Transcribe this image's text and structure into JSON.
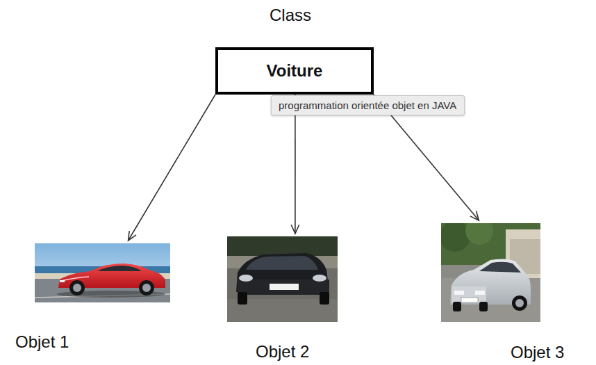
{
  "diagram": {
    "nodes": [
      {
        "text": [
          "Voiture"
        ]
      },
      {
        "text": [
          "programmation orientée objet en JAVA"
        ]
      },
      {
        "text": [
          "Objet 1"
        ]
      },
      {
        "text": [
          "Objet 2"
        ]
      },
      {
        "text": [
          "Objet 3"
        ]
      }
    ],
    "edges": [
      {
        "from": 0,
        "to": 2,
        "arrow": "to"
      },
      {
        "from": 0,
        "to": 3,
        "arrow": "to"
      },
      {
        "from": 0,
        "to": 4,
        "arrow": "to"
      }
    ],
    "labels": [
      "Class"
    ]
  }
}
